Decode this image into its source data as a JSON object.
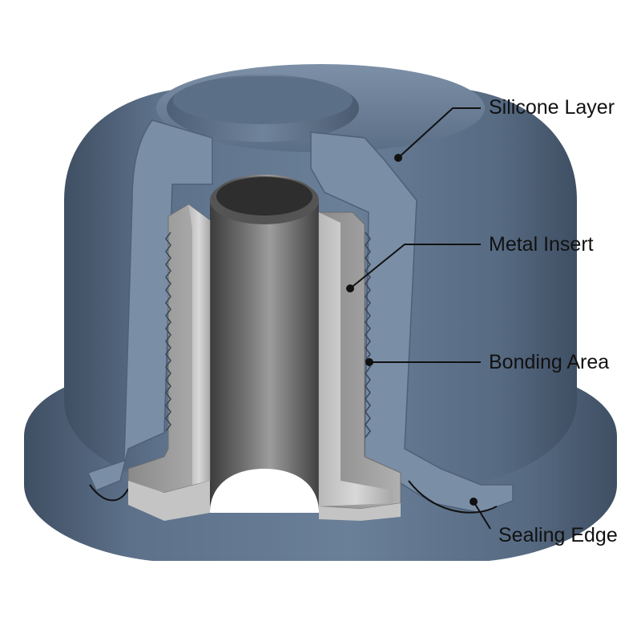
{
  "colors": {
    "background": "#ffffff",
    "silicone": "#5a6f88",
    "silicone_dark": "#3f4f63",
    "silicone_light": "#7b8ea6",
    "metal": "#9a9a9a",
    "metal_dark": "#4a4a4a",
    "metal_light": "#d6d6d6",
    "text": "#111111"
  },
  "callouts": [
    {
      "id": "silicone-layer",
      "text": "Silicone Layer"
    },
    {
      "id": "metal-insert",
      "text": "Metal Insert"
    },
    {
      "id": "bonding-area",
      "text": "Bonding Area"
    },
    {
      "id": "sealing-edge",
      "text": "Sealing Edge"
    }
  ]
}
